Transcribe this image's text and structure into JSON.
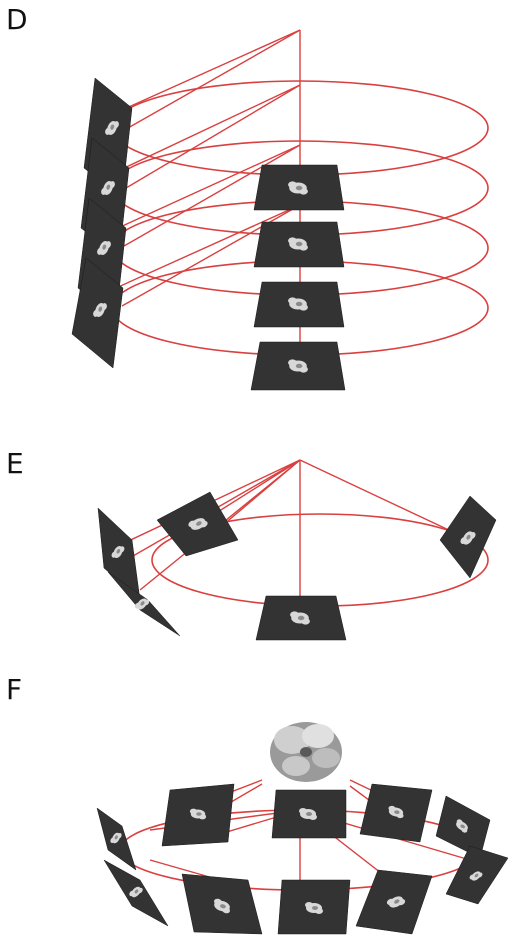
{
  "panels": [
    {
      "id": "D",
      "label": "D"
    },
    {
      "id": "E",
      "label": "E"
    },
    {
      "id": "F",
      "label": "F"
    }
  ],
  "colors": {
    "projection_line": "#d9403f",
    "tile": "#333333",
    "particle": "#d8d8d8"
  }
}
